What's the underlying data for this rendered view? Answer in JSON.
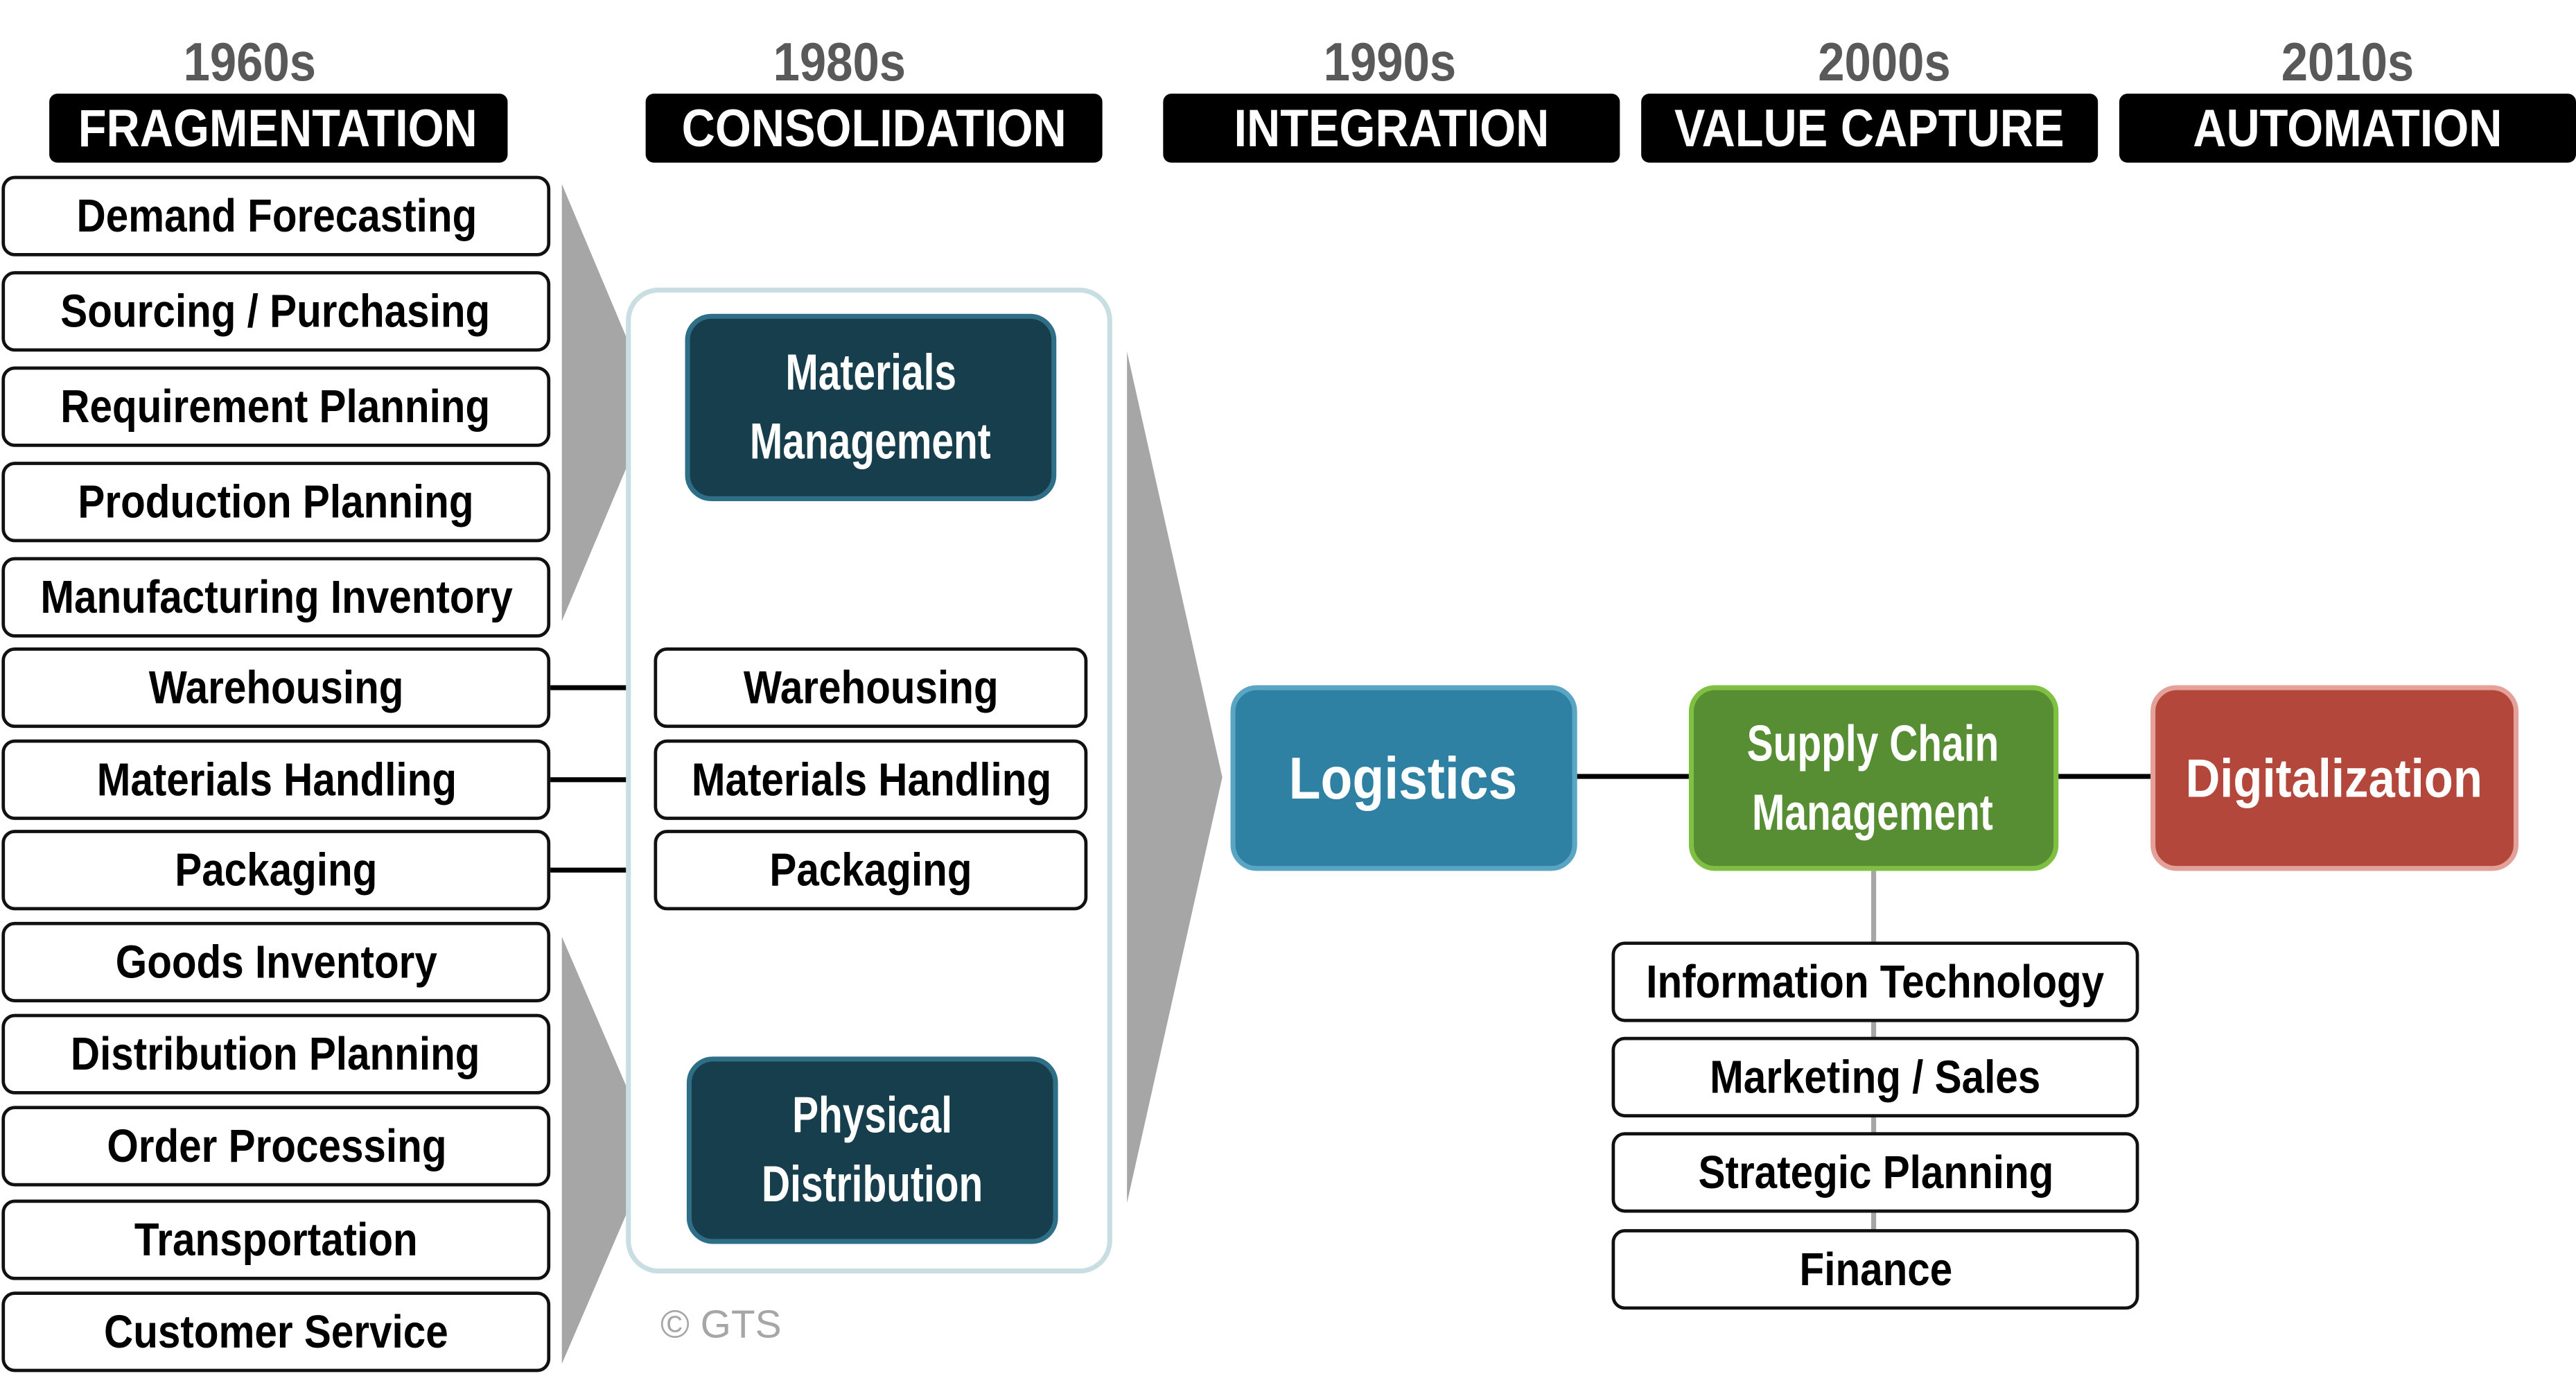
{
  "eras": [
    {
      "year": "1960s",
      "label": "FRAGMENTATION"
    },
    {
      "year": "1980s",
      "label": "CONSOLIDATION"
    },
    {
      "year": "1990s",
      "label": "INTEGRATION"
    },
    {
      "year": "2000s",
      "label": "VALUE CAPTURE"
    },
    {
      "year": "2010s",
      "label": "AUTOMATION"
    }
  ],
  "fragmentation_items": [
    "Demand Forecasting",
    "Sourcing / Purchasing",
    "Requirement Planning",
    "Production Planning",
    "Manufacturing Inventory",
    "Warehousing",
    "Materials Handling",
    "Packaging",
    "Goods Inventory",
    "Distribution Planning",
    "Order Processing",
    "Transportation",
    "Customer Service"
  ],
  "consolidation": {
    "materials_management": [
      "Materials",
      "Management"
    ],
    "shared_items": [
      "Warehousing",
      "Materials Handling",
      "Packaging"
    ],
    "physical_distribution": [
      "Physical",
      "Distribution"
    ]
  },
  "integration": {
    "label": "Logistics"
  },
  "value_capture": {
    "label": [
      "Supply Chain",
      "Management"
    ],
    "functions": [
      "Information Technology",
      "Marketing / Sales",
      "Strategic Planning",
      "Finance"
    ]
  },
  "automation": {
    "label": "Digitalization"
  },
  "copyright": "© GTS",
  "colors": {
    "dark_teal": "#173E4C",
    "logistics_blue": "#2E81A2",
    "scm_green": "#578E33",
    "digital_red": "#B3473B",
    "arrow_gray": "#A6A6A6",
    "container_border": "#C8DEE2"
  }
}
